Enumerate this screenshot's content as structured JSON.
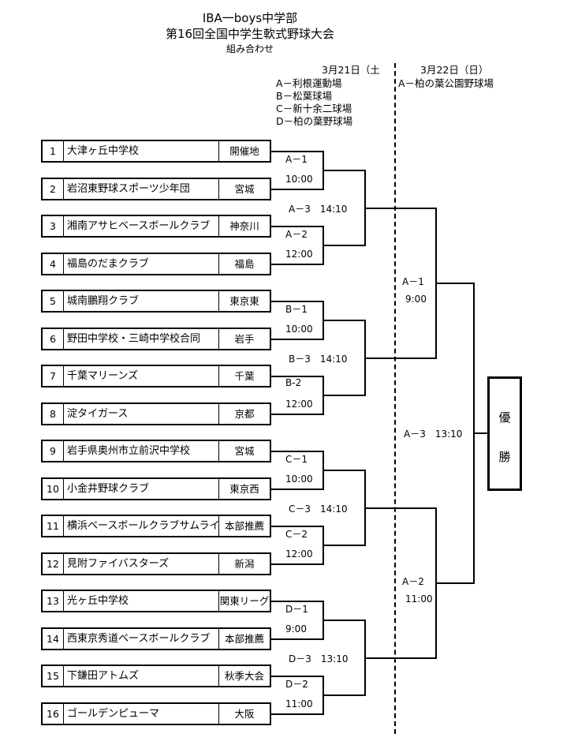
{
  "title": {
    "line1": "IBA一boys中学部",
    "line2": "第16回全国中学生軟式野球大会",
    "line3": "組み合わせ"
  },
  "dates": {
    "day1": "3月21日（土",
    "day2": "3月22日（日）"
  },
  "venues": {
    "a": "A－利根運動場",
    "b": "B－松葉球場",
    "c": "C－新十余二球場",
    "d": "D－柏の葉野球場",
    "day2": "A－柏の葉公園野球場"
  },
  "teams": [
    {
      "num": "1",
      "name": "大津ヶ丘中学校",
      "pref": "開催地"
    },
    {
      "num": "2",
      "name": "岩沼東野球スポーツ少年団",
      "pref": "宮城"
    },
    {
      "num": "3",
      "name": "湘南アサヒベースボールクラブ",
      "pref": "神奈川"
    },
    {
      "num": "4",
      "name": "福島のだまクラブ",
      "pref": "福島"
    },
    {
      "num": "5",
      "name": "城南鵬翔クラブ",
      "pref": "東京東"
    },
    {
      "num": "6",
      "name": "野田中学校・三崎中学校合同",
      "pref": "岩手"
    },
    {
      "num": "7",
      "name": "千葉マリーンズ",
      "pref": "千葉"
    },
    {
      "num": "8",
      "name": "淀タイガース",
      "pref": "京都"
    },
    {
      "num": "9",
      "name": "岩手県奥州市立前沢中学校",
      "pref": "宮城"
    },
    {
      "num": "10",
      "name": "小金井野球クラブ",
      "pref": "東京西"
    },
    {
      "num": "11",
      "name": "横浜ベースボールクラブサムライ",
      "pref": "本部推薦"
    },
    {
      "num": "12",
      "name": "見附ファイバスターズ",
      "pref": "新潟"
    },
    {
      "num": "13",
      "name": "光ヶ丘中学校",
      "pref": "関東リーグ"
    },
    {
      "num": "14",
      "name": "西東京秀道ベースボールクラブ",
      "pref": "本部推薦"
    },
    {
      "num": "15",
      "name": "下鎌田アトムズ",
      "pref": "秋季大会"
    },
    {
      "num": "16",
      "name": "ゴールデンピューマ",
      "pref": "大阪"
    }
  ],
  "round1": [
    {
      "game": "A－1",
      "time": "10:00"
    },
    {
      "game": "A－2",
      "time": "12:00"
    },
    {
      "game": "B－1",
      "time": "10:00"
    },
    {
      "game": "B-2",
      "time": "12:00"
    },
    {
      "game": "C－1",
      "time": "10:00"
    },
    {
      "game": "C－2",
      "time": "12:00"
    },
    {
      "game": "D－1",
      "time": "9:00"
    },
    {
      "game": "D－2",
      "time": "11:00"
    }
  ],
  "round2": [
    {
      "label": "A－3　14:10"
    },
    {
      "label": "B－3　14:10"
    },
    {
      "label": "C－3　14:10"
    },
    {
      "label": "D－3　13:10"
    }
  ],
  "semis": [
    {
      "game": "A－1",
      "time": "9:00"
    },
    {
      "game": "A－2",
      "time": "11:00"
    }
  ],
  "final": {
    "label": "A－3　13:10"
  },
  "champion": {
    "char1": "優",
    "char2": "勝"
  }
}
